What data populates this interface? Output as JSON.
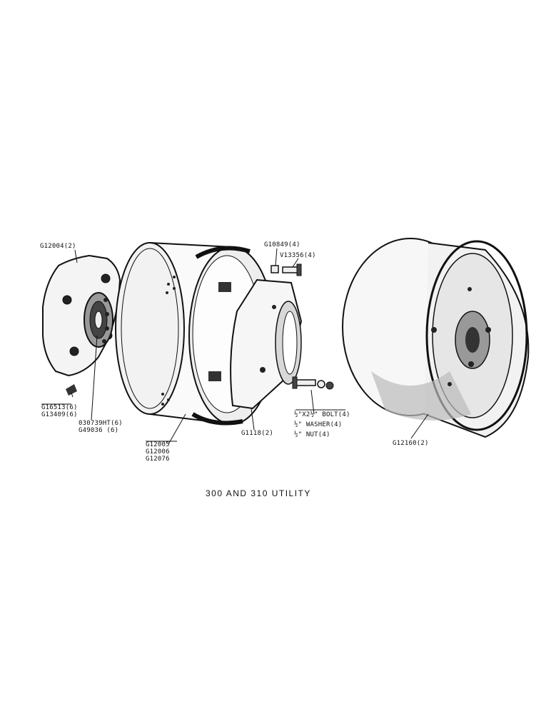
{
  "labels": {
    "g12004": "G12004(2)",
    "g10849": "G10849(4)",
    "v13356": "V13356(4)",
    "g16513": "G16513(6)",
    "g13409": "G13409(6)",
    "p030739": "030739HT(6)",
    "g49036": "G49036 (6)",
    "g12005": "G12005",
    "g12006": "G12006",
    "g12076": "G12076",
    "g1118": "G1118(2)",
    "bolt": "½\"X2½\" BOLT(4)",
    "washer": "½\" WASHER(4)",
    "nut": "½\" NUT(4)",
    "g12160": "G12160(2)"
  },
  "caption": "300 AND 310 UTILITY"
}
